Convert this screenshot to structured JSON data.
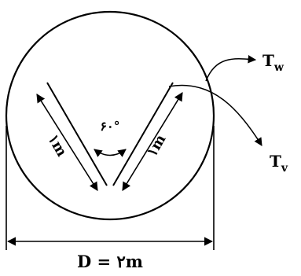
{
  "figure": {
    "labels": {
      "tw_main": "T",
      "tw_sub": "w",
      "tv_main": "T",
      "tv_sub": "v",
      "left_length": "۱m",
      "right_length": "۱m",
      "angle": "۶۰°",
      "diameter": "D = ۲m"
    },
    "colors": {
      "stroke": "#000000",
      "background": "#ffffff"
    }
  }
}
